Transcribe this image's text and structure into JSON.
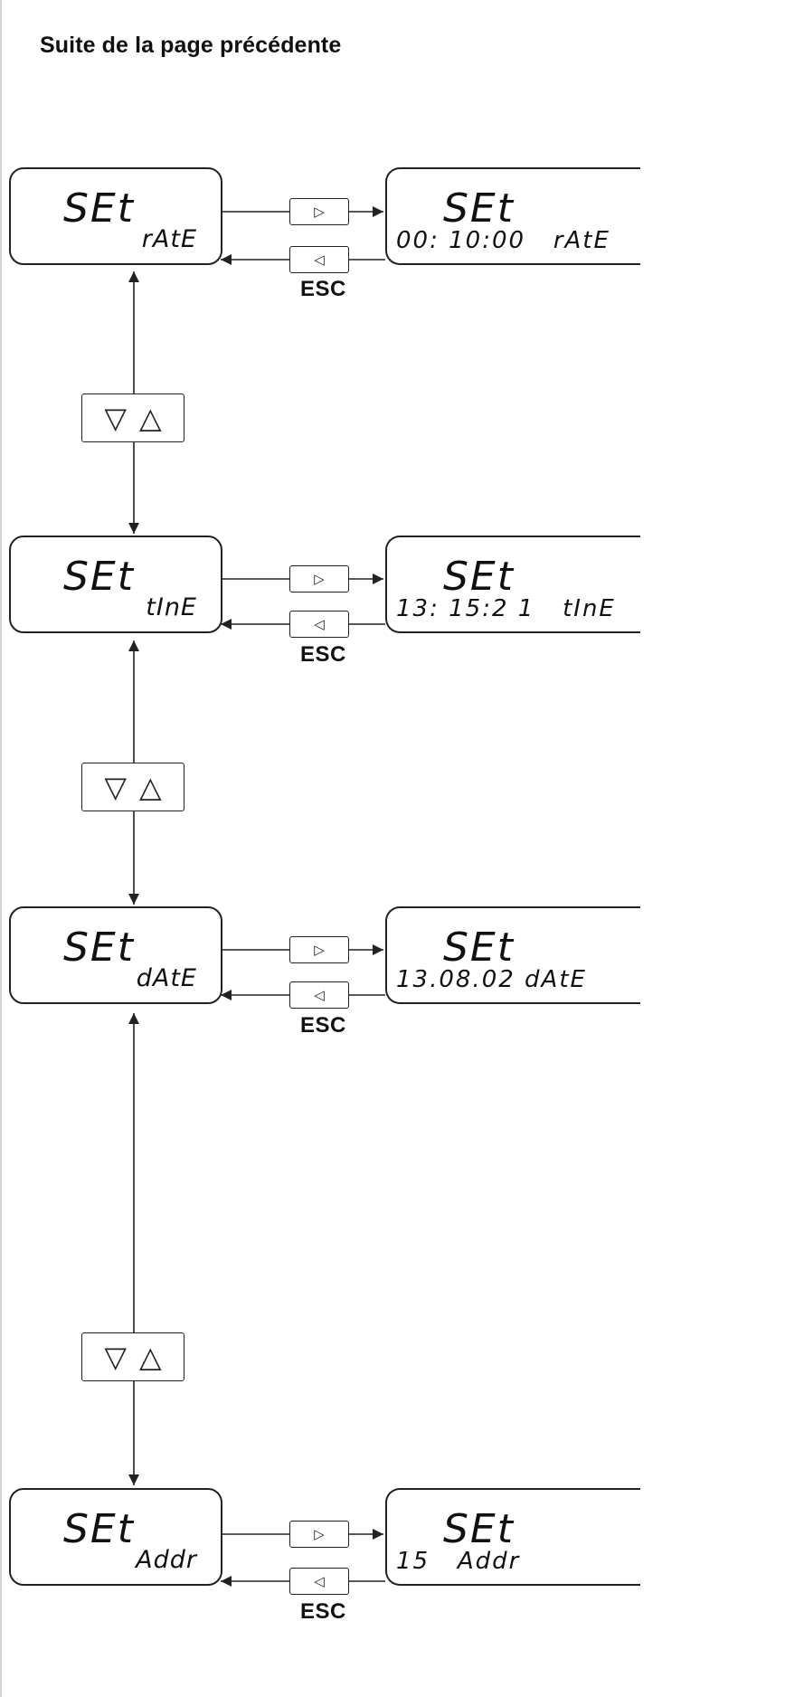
{
  "heading": "Suite de la page précédente",
  "rows": [
    {
      "menu_top": "SEt",
      "menu_bottom": "rAtE",
      "value_top": "SEt",
      "value_bottom": "00: 10:00   rAtE",
      "forward_icon": "▷",
      "back_icon": "◁",
      "back_label": "ESC"
    },
    {
      "menu_top": "SEt",
      "menu_bottom": "tInE",
      "value_top": "SEt",
      "value_bottom": "13: 15:2 1   tInE",
      "forward_icon": "▷",
      "back_icon": "◁",
      "back_label": "ESC"
    },
    {
      "menu_top": "SEt",
      "menu_bottom": "dAtE",
      "value_top": "SEt",
      "value_bottom": "13.08.02 dAtE",
      "forward_icon": "▷",
      "back_icon": "◁",
      "back_label": "ESC"
    },
    {
      "menu_top": "SEt",
      "menu_bottom": "Addr",
      "value_top": "SEt",
      "value_bottom": "15   Addr",
      "forward_icon": "▷",
      "back_icon": "◁",
      "back_label": "ESC"
    }
  ],
  "updown": [
    {
      "down_icon": "▽",
      "up_icon": "△"
    },
    {
      "down_icon": "▽",
      "up_icon": "△"
    },
    {
      "down_icon": "▽",
      "up_icon": "△"
    }
  ]
}
